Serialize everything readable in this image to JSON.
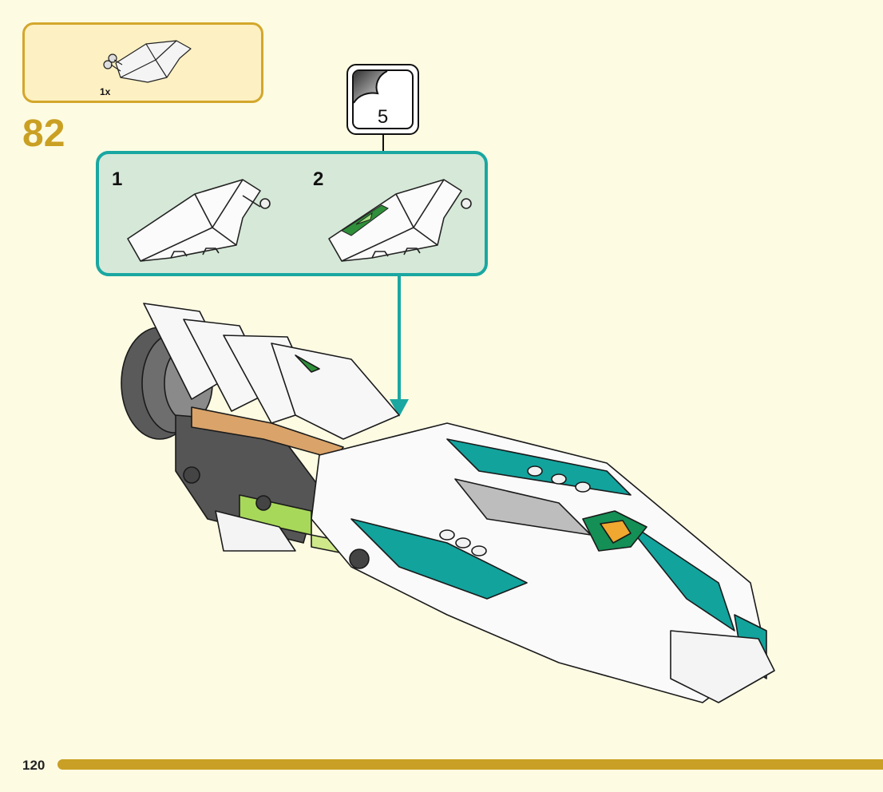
{
  "parts_list": {
    "quantity": "1x",
    "part_icon": "wedge-slope-piece-icon"
  },
  "step": {
    "number": "82"
  },
  "sticker": {
    "number": "5",
    "icon": "sticker-sheet-icon"
  },
  "substeps": [
    {
      "label": "1"
    },
    {
      "label": "2"
    }
  ],
  "page": {
    "number": "120"
  },
  "colors": {
    "background": "#fefbe3",
    "parts_border": "#d3a72c",
    "substep_border": "#1aa7a1",
    "substep_fill": "#d6e8d8",
    "accent_gold": "#c9a025",
    "teal": "#12a39d",
    "lime": "#a8d85a"
  }
}
